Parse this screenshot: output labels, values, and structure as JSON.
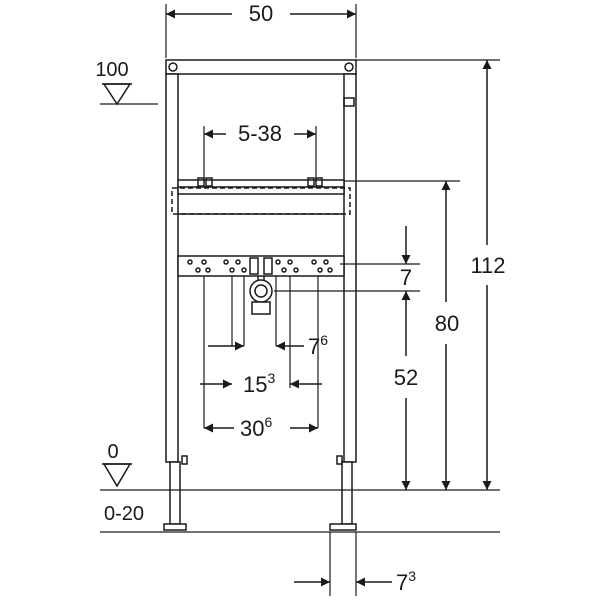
{
  "dimensions": {
    "width_top": "50",
    "bracket_spacing": "5-38",
    "height_total": "112",
    "height_rail": "80",
    "height_connection": "52",
    "offset_connection": "7",
    "spacing_inner_base": "7",
    "spacing_inner_sup": "6",
    "spacing_mid_base": "15",
    "spacing_mid_sup": "3",
    "spacing_outer_base": "30",
    "spacing_outer_sup": "6",
    "foot_offset_base": "7",
    "foot_offset_sup": "3"
  },
  "levels": {
    "top_level": "100",
    "floor_level": "0",
    "floor_range": "0-20"
  },
  "colors": {
    "line": "#1a1a1a",
    "fill": "#ffffff"
  }
}
